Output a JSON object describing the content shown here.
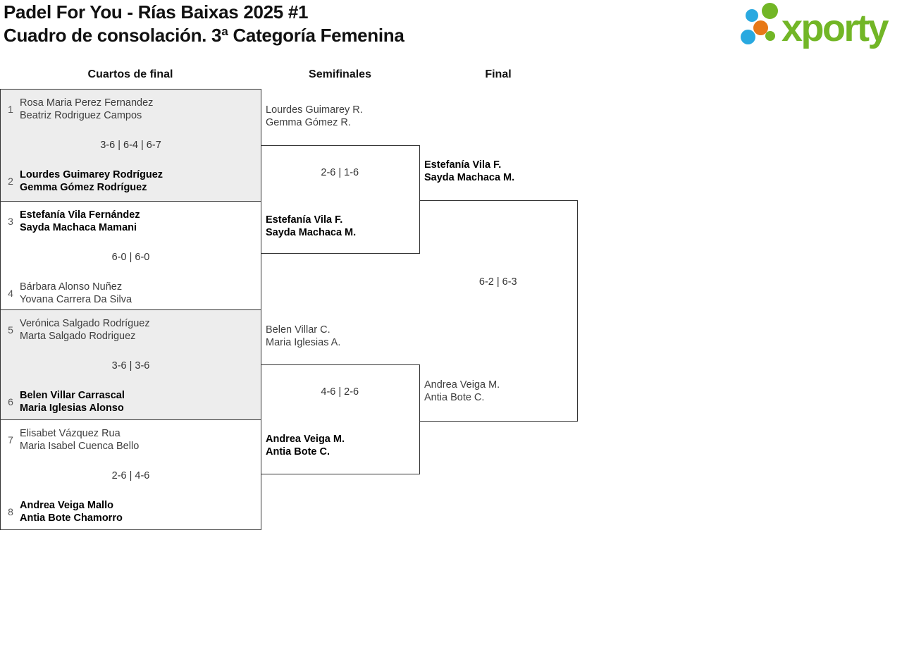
{
  "header": {
    "title_line1": "Padel For You - Rías Baixas 2025 #1",
    "title_line2": "Cuadro de consolación. 3ª Categoría Femenina"
  },
  "logo": {
    "text": "xporty",
    "green": "#72b626",
    "blue": "#29a9e0",
    "orange": "#e77817"
  },
  "colors": {
    "border": "#333333",
    "box_gray": "#ededed",
    "winner_text": "#000000",
    "loser_text": "#3d3d3d"
  },
  "round_headers": {
    "quarterfinals": "Cuartos de final",
    "semifinals": "Semifinales",
    "final": "Final"
  },
  "quarterfinals": [
    {
      "seed_top": "1",
      "team_top": [
        "Rosa Maria Perez Fernandez",
        "Beatriz Rodriguez Campos"
      ],
      "top_winner": false,
      "score": "3-6 | 6-4 | 6-7",
      "seed_bottom": "2",
      "team_bottom": [
        "Lourdes Guimarey Rodríguez",
        "Gemma Gómez Rodríguez"
      ],
      "bottom_winner": true
    },
    {
      "seed_top": "3",
      "team_top": [
        "Estefanía Vila Fernández",
        "Sayda Machaca Mamani"
      ],
      "top_winner": true,
      "score": "6-0 | 6-0",
      "seed_bottom": "4",
      "team_bottom": [
        "Bárbara Alonso Nuñez",
        "Yovana Carrera Da Silva"
      ],
      "bottom_winner": false
    },
    {
      "seed_top": "5",
      "team_top": [
        "Verónica Salgado Rodríguez",
        "Marta Salgado Rodriguez"
      ],
      "top_winner": false,
      "score": "3-6 | 3-6",
      "seed_bottom": "6",
      "team_bottom": [
        "Belen Villar Carrascal",
        "Maria Iglesias Alonso"
      ],
      "bottom_winner": true
    },
    {
      "seed_top": "7",
      "team_top": [
        "Elisabet Vázquez Rua",
        "Maria Isabel Cuenca Bello"
      ],
      "top_winner": false,
      "score": "2-6 | 4-6",
      "seed_bottom": "8",
      "team_bottom": [
        "Andrea Veiga Mallo",
        "Antia Bote Chamorro"
      ],
      "bottom_winner": true
    }
  ],
  "semifinals": [
    {
      "team_top": [
        "Lourdes Guimarey R.",
        "Gemma Gómez R."
      ],
      "top_winner": false,
      "score": "2-6 | 1-6",
      "team_bottom": [
        "Estefanía Vila F.",
        "Sayda Machaca M."
      ],
      "bottom_winner": true
    },
    {
      "team_top": [
        "Belen Villar C.",
        "Maria Iglesias A."
      ],
      "top_winner": false,
      "score": "4-6 | 2-6",
      "team_bottom": [
        "Andrea Veiga M.",
        "Antia Bote C."
      ],
      "bottom_winner": true
    }
  ],
  "final": {
    "team_top": [
      "Estefanía Vila F.",
      "Sayda Machaca M."
    ],
    "top_winner": true,
    "score": "6-2 | 6-3",
    "team_bottom": [
      "Andrea Veiga M.",
      "Antia Bote C."
    ],
    "bottom_winner": false
  }
}
